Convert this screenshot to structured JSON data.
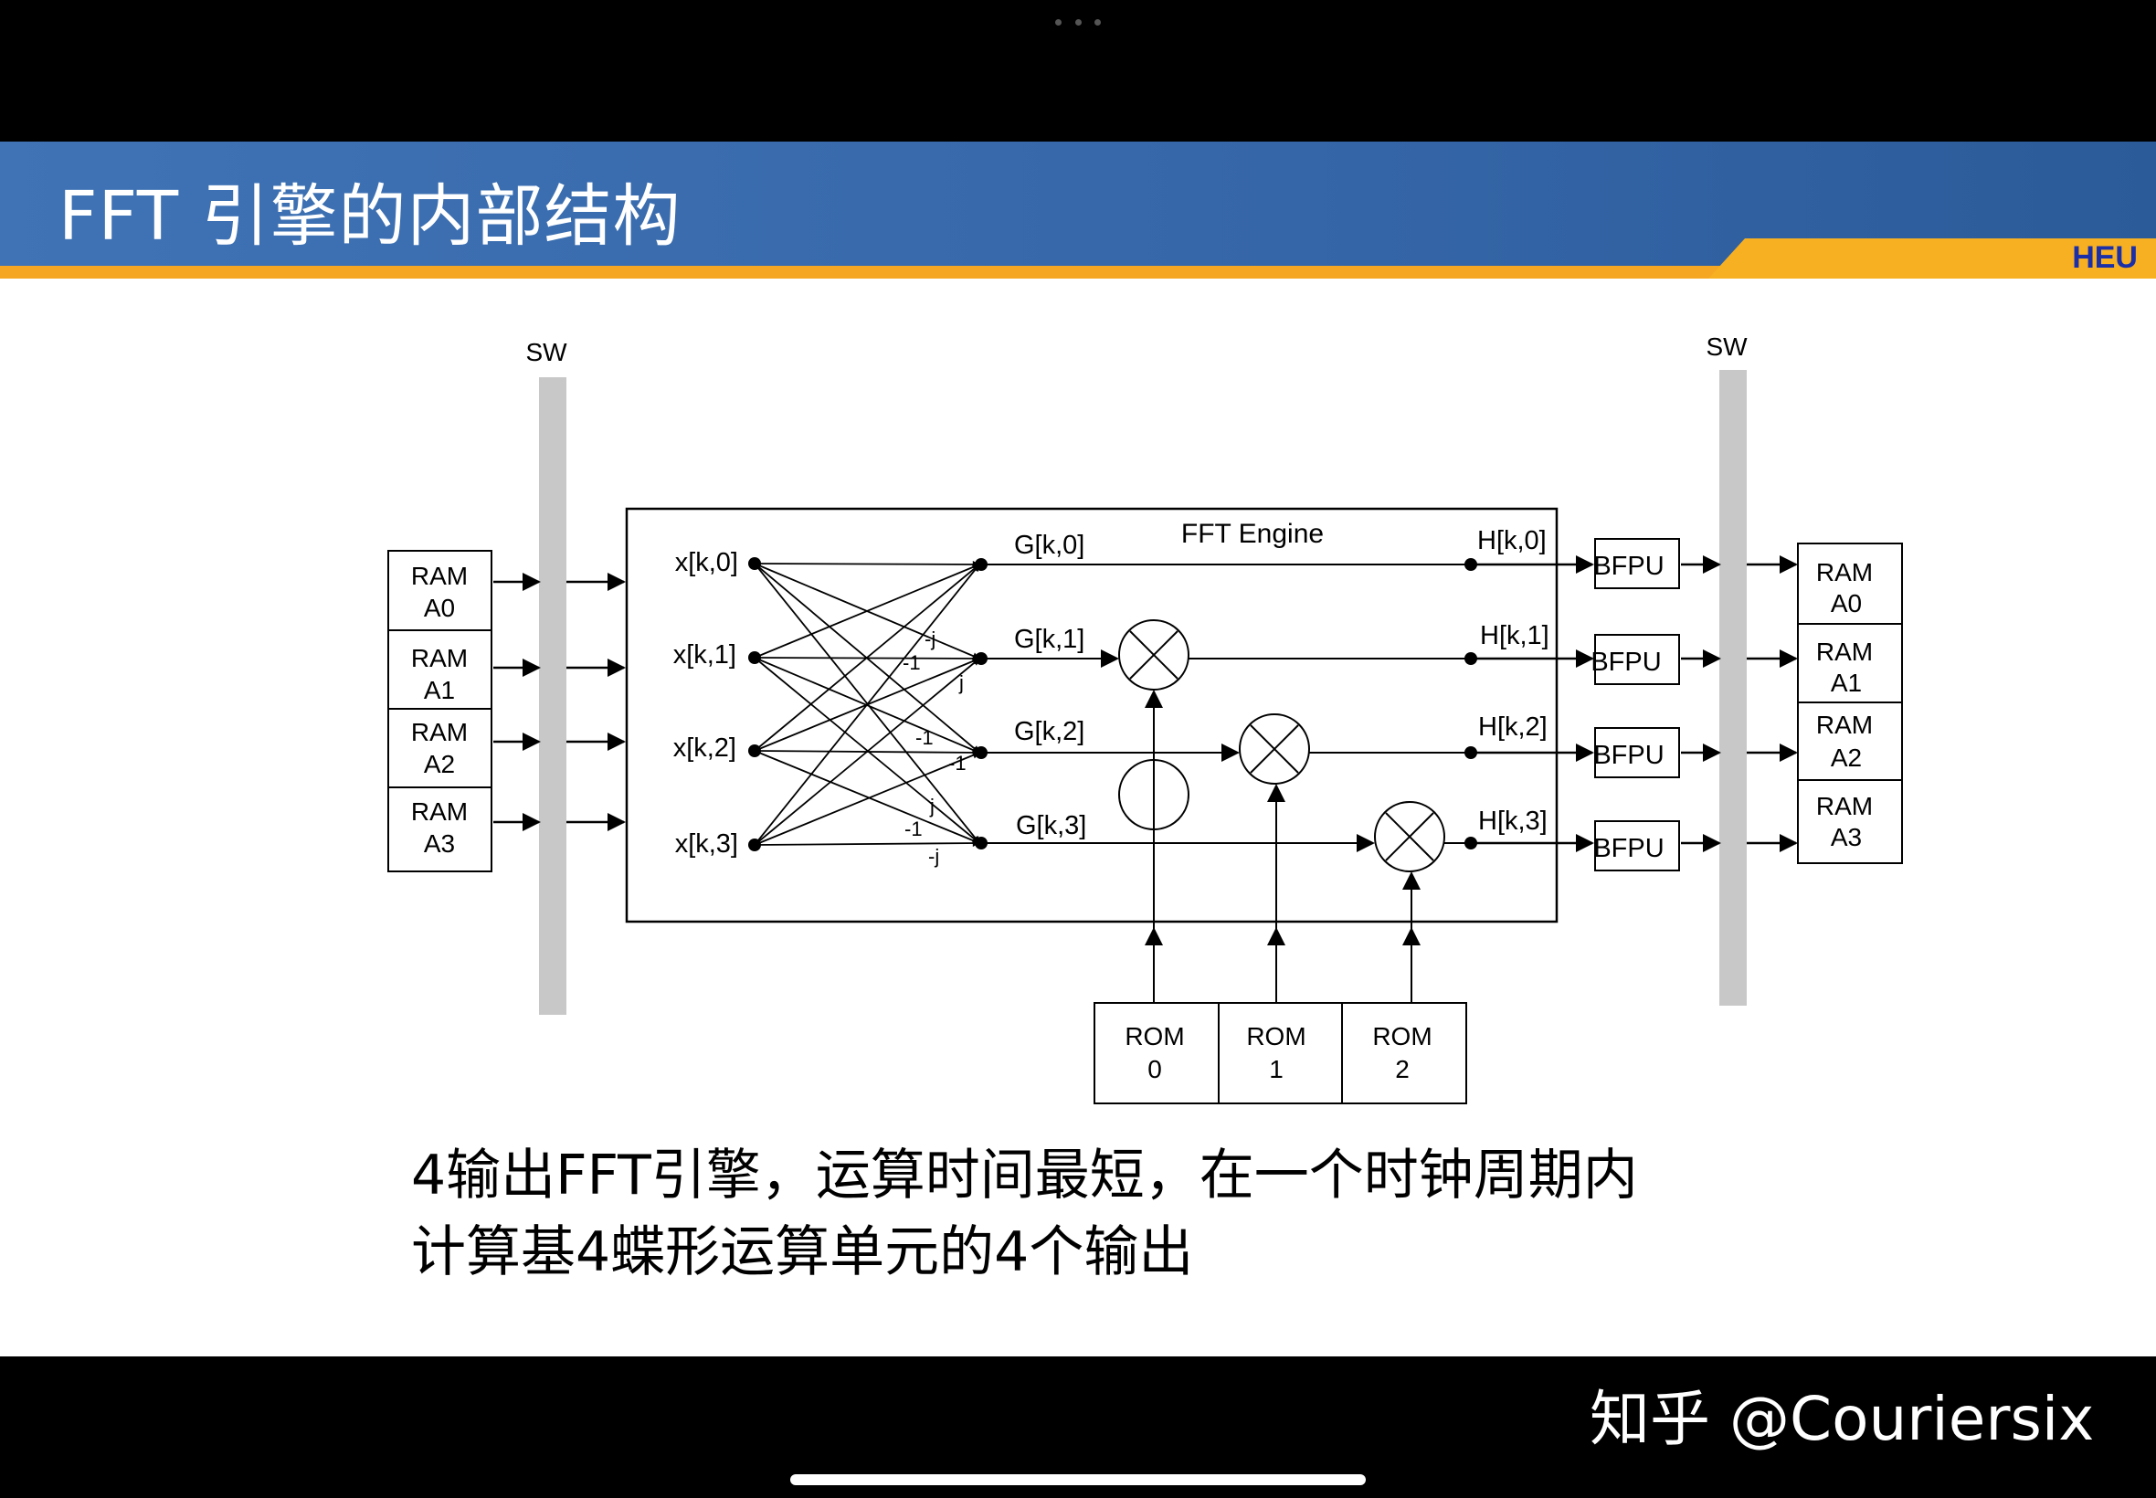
{
  "slide": {
    "title": "FFT 引擎的内部结构",
    "logo": "HEU",
    "caption_lines": [
      "4输出FFT引擎，运算时间最短，在一个时钟周期内",
      "计算基4蝶形运算单元的4个输出"
    ]
  },
  "diagram": {
    "sw_left_label": "SW",
    "sw_right_label": "SW",
    "engine_label": "FFT Engine",
    "ram_left": [
      {
        "line1": "RAM",
        "line2": "A0"
      },
      {
        "line1": "RAM",
        "line2": "A1"
      },
      {
        "line1": "RAM",
        "line2": "A2"
      },
      {
        "line1": "RAM",
        "line2": "A3"
      }
    ],
    "ram_right": [
      {
        "line1": "RAM",
        "line2": "A0"
      },
      {
        "line1": "RAM",
        "line2": "A1"
      },
      {
        "line1": "RAM",
        "line2": "A2"
      },
      {
        "line1": "RAM",
        "line2": "A3"
      }
    ],
    "inputs": [
      "x[k,0]",
      "x[k,1]",
      "x[k,2]",
      "x[k,3]"
    ],
    "g_outputs": [
      "G[k,0]",
      "G[k,1]",
      "G[k,2]",
      "G[k,3]"
    ],
    "h_outputs": [
      "H[k,0]",
      "H[k,1]",
      "H[k,2]",
      "H[k,3]"
    ],
    "bfpu": [
      "BFPU",
      "BFPU",
      "BFPU",
      "BFPU"
    ],
    "roms": [
      {
        "line1": "ROM",
        "line2": "0"
      },
      {
        "line1": "ROM",
        "line2": "1"
      },
      {
        "line1": "ROM",
        "line2": "2"
      }
    ],
    "twiddles": {
      "row1": [
        "-j",
        "-1",
        "j"
      ],
      "row2": [
        "-1",
        "-1"
      ],
      "row3": [
        "j",
        "-1",
        "-j"
      ]
    }
  },
  "watermark": "知乎 @Couriersix"
}
